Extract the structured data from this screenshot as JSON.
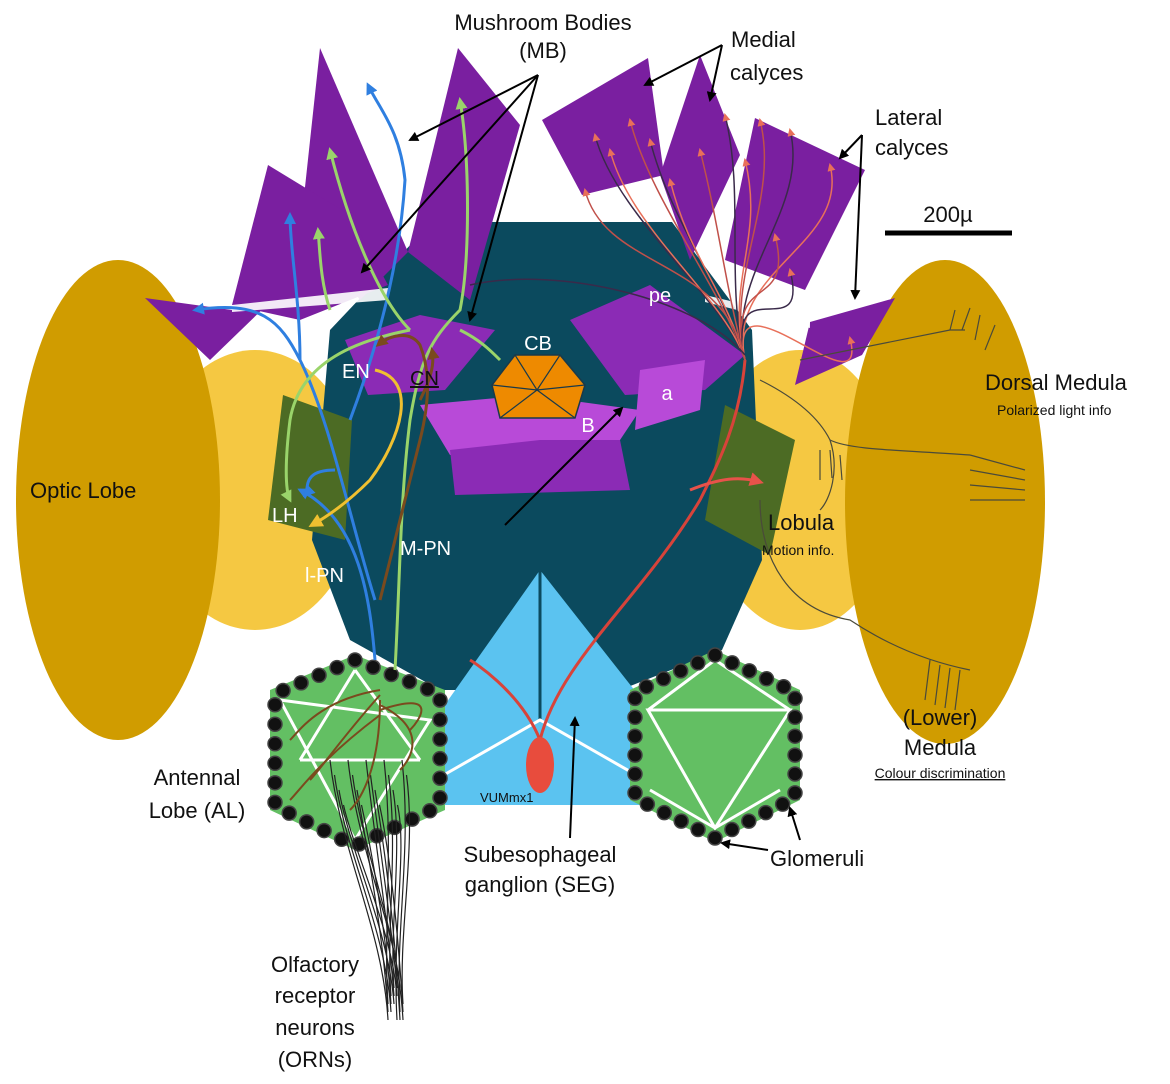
{
  "colors": {
    "optic_lobe": "#d09c00",
    "optic_inner": "#f5c842",
    "central_brain": "#0b4a5e",
    "mushroom_body": "#7a1fa0",
    "mb_light": "#a535d0",
    "lateral_horn": "#4c6b24",
    "seg": "#5bc3f0",
    "antennal_lobe": "#63bf63",
    "central_body": "#ee8a00",
    "vum": "#e84c3d"
  },
  "labels": {
    "mushroom_bodies": [
      "Mushroom Bodies",
      "(MB)"
    ],
    "medial_calyces": [
      "Medial",
      "calyces"
    ],
    "lateral_calyces": [
      "Lateral",
      "calyces"
    ],
    "scale_bar": "200µ",
    "optic_lobe": "Optic Lobe",
    "dorsal_medula": "Dorsal Medula",
    "dorsal_medula_sub": "Polarized light info",
    "lobula": "Lobula",
    "lobula_sub": "Motion info.",
    "lower_medula": [
      "(Lower)",
      "Medula"
    ],
    "lower_medula_sub": "Colour discrimination",
    "antennal_lobe": [
      "Antennal",
      "Lobe (AL)"
    ],
    "seg": [
      "Subesophageal",
      "ganglion (SEG)"
    ],
    "glomeruli": "Glomeruli",
    "orns": [
      "Olfactory",
      "receptor",
      "neurons",
      "(ORNs)"
    ],
    "vummx1": "VUMmx1",
    "cb": "CB",
    "pe": "pe",
    "a": "a",
    "b": "B",
    "en": "EN",
    "cn": "CN",
    "lh": "LH",
    "l_pn": "l-PN",
    "m_pn": "M-PN"
  }
}
